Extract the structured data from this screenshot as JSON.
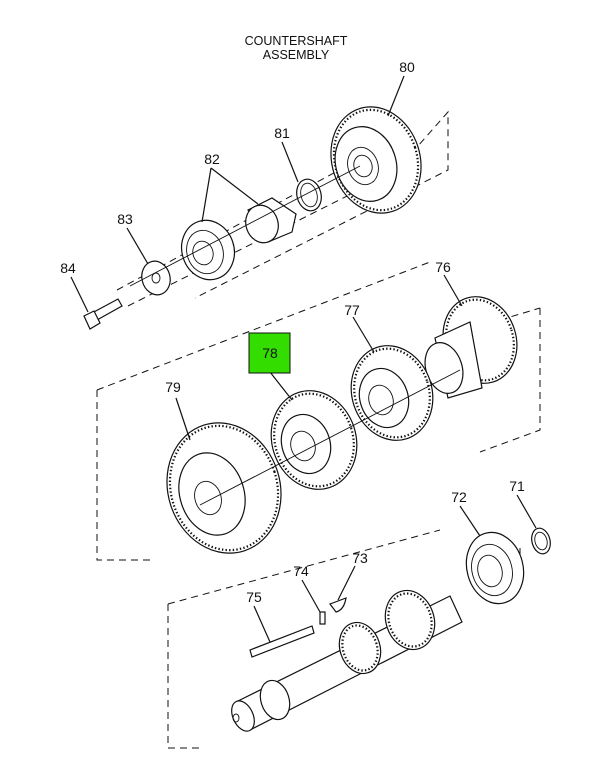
{
  "diagram": {
    "title_lines": [
      "COUNTERSHAFT",
      "ASSEMBLY"
    ],
    "highlight_color": "#33dd00",
    "callouts": [
      {
        "id": "80",
        "label": "80"
      },
      {
        "id": "81",
        "label": "81"
      },
      {
        "id": "82",
        "label": "82"
      },
      {
        "id": "83",
        "label": "83"
      },
      {
        "id": "84",
        "label": "84"
      },
      {
        "id": "76",
        "label": "76"
      },
      {
        "id": "77",
        "label": "77"
      },
      {
        "id": "78",
        "label": "78",
        "highlighted": true
      },
      {
        "id": "79",
        "label": "79"
      },
      {
        "id": "72",
        "label": "72"
      },
      {
        "id": "71",
        "label": "71"
      },
      {
        "id": "74",
        "label": "74"
      },
      {
        "id": "73",
        "label": "73"
      },
      {
        "id": "75",
        "label": "75"
      }
    ]
  }
}
